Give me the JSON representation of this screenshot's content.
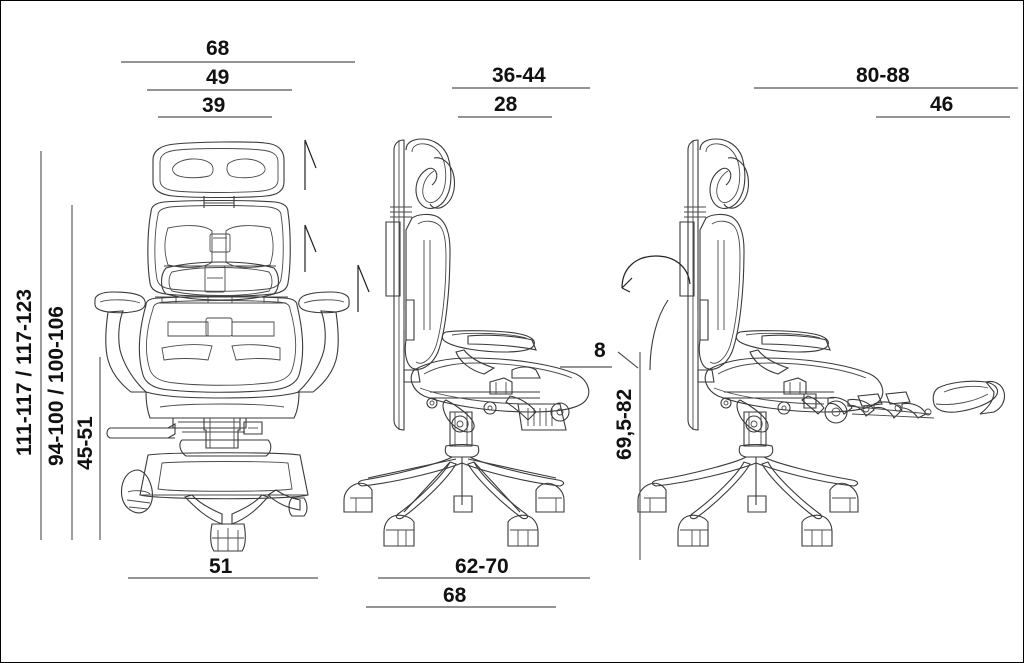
{
  "drawing": {
    "title": "Ergonomic office chair dimensioned technical drawing",
    "units_note": "",
    "views": [
      {
        "name": "front-view",
        "label": ""
      },
      {
        "name": "side-view",
        "label": ""
      },
      {
        "name": "side-view-reclined-with-footrest",
        "label": ""
      }
    ]
  },
  "colors": {
    "line": "#3a3a3a",
    "dimension_line": "#555555",
    "text": "#111111",
    "background": "#ffffff",
    "frame": "#000000"
  },
  "dimensions": {
    "front_top": [
      {
        "name": "overall-width",
        "value": "68"
      },
      {
        "name": "backrest-width",
        "value": "49"
      },
      {
        "name": "headrest-width",
        "value": "39"
      }
    ],
    "front_left_vertical": [
      {
        "name": "total-height",
        "value": "111-117 / 117-123"
      },
      {
        "name": "backrest-height",
        "value": "94-100 / 100-106"
      },
      {
        "name": "seat-height",
        "value": "45-51"
      }
    ],
    "front_bottom": [
      {
        "name": "base-width",
        "value": "51"
      }
    ],
    "side_top": [
      {
        "name": "seat-depth-range",
        "value": "36-44"
      },
      {
        "name": "backrest-depth",
        "value": "28"
      }
    ],
    "side_bottom": [
      {
        "name": "overall-depth-range",
        "value": "62-70"
      },
      {
        "name": "base-depth",
        "value": "68"
      }
    ],
    "side_leader": [
      {
        "name": "seat-tilt-angle",
        "value": "8"
      }
    ],
    "reclined_top": [
      {
        "name": "overall-depth-reclined",
        "value": "80-88"
      },
      {
        "name": "footrest-extension",
        "value": "46"
      }
    ],
    "reclined_left_vertical": [
      {
        "name": "reclined-height",
        "value": "69,5-82"
      }
    ]
  },
  "annotations": {
    "rotation_arrow": {
      "name": "recline-rotation-arrow",
      "label": ""
    },
    "height_arrows": {
      "name": "height-adjust-arrows",
      "count": "3",
      "label": ""
    }
  }
}
